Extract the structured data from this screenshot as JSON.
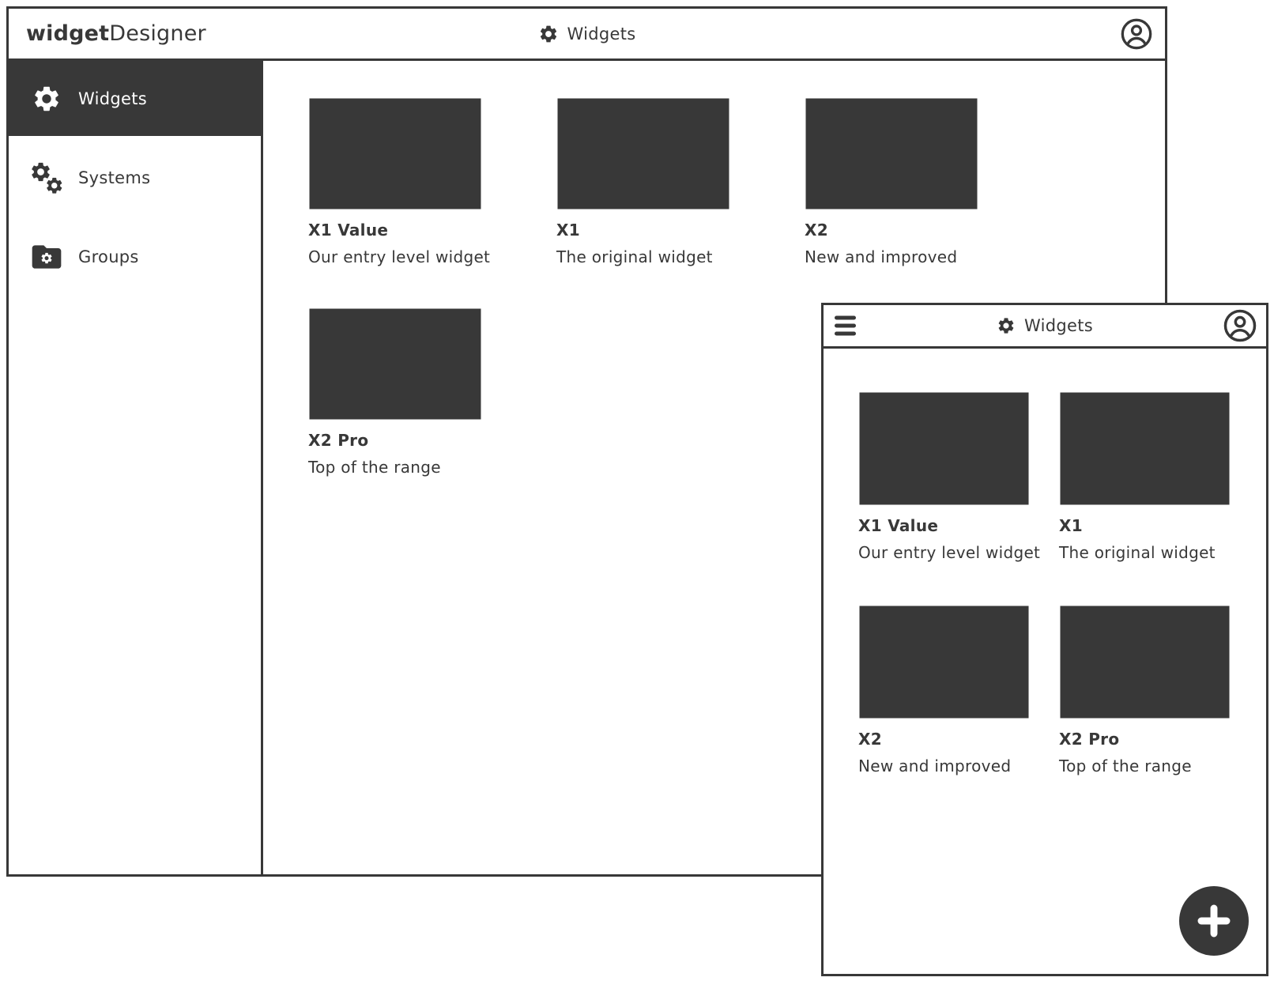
{
  "colors": {
    "ink": "#383838",
    "surface": "#ffffff"
  },
  "brand": {
    "bold": "widget",
    "regular": "Designer"
  },
  "desktop": {
    "header": {
      "title": "Widgets",
      "title_icon": "gear-icon",
      "avatar_icon": "user-avatar-icon"
    },
    "sidebar": {
      "items": [
        {
          "label": "Widgets",
          "icon": "gear-icon",
          "active": true
        },
        {
          "label": "Systems",
          "icon": "double-gear-icon",
          "active": false
        },
        {
          "label": "Groups",
          "icon": "folder-gear-icon",
          "active": false
        }
      ]
    },
    "cards": [
      {
        "title": "X1 Value",
        "description": "Our entry level widget"
      },
      {
        "title": "X1",
        "description": "The original widget"
      },
      {
        "title": "X2",
        "description": "New and improved"
      },
      {
        "title": "X2 Pro",
        "description": "Top of the range"
      }
    ]
  },
  "mobile": {
    "header": {
      "title": "Widgets",
      "title_icon": "gear-icon",
      "menu_icon": "hamburger-menu-icon",
      "avatar_icon": "user-avatar-icon"
    },
    "cards": [
      {
        "title": "X1 Value",
        "description": "Our entry level widget"
      },
      {
        "title": "X1",
        "description": "The original widget"
      },
      {
        "title": "X2",
        "description": "New and improved"
      },
      {
        "title": "X2 Pro",
        "description": "Top of the range"
      }
    ],
    "fab": {
      "icon": "plus-icon"
    }
  }
}
